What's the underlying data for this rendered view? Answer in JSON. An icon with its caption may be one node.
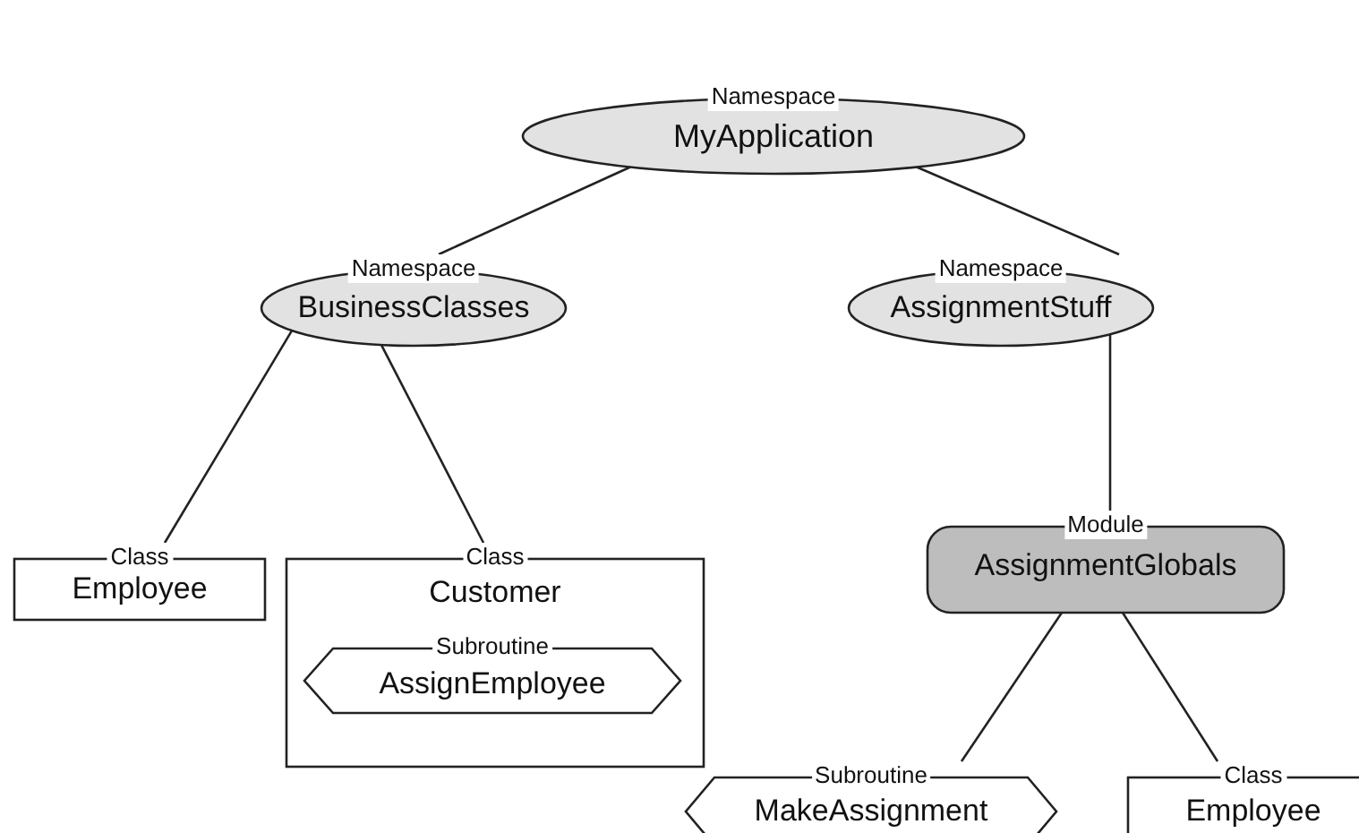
{
  "diagram": {
    "nodes": [
      {
        "text": [
          "Namespace",
          "MyApplication"
        ]
      },
      {
        "text": [
          "Namespace",
          "BusinessClasses"
        ]
      },
      {
        "text": [
          "Namespace",
          "AssignmentStuff"
        ]
      },
      {
        "text": [
          "Class",
          "Employee"
        ]
      },
      {
        "text": [
          "Class",
          "Customer"
        ]
      },
      {
        "text": [
          "Subroutine",
          "AssignEmployee"
        ],
        "in": 4
      },
      {
        "text": [
          "Module",
          "AssignmentGlobals"
        ]
      },
      {
        "text": [
          "Subroutine",
          "MakeAssignment"
        ]
      },
      {
        "text": [
          "Class",
          "Employee"
        ]
      }
    ],
    "edges": [
      {
        "from": 0,
        "to": 1,
        "arrow": "none"
      },
      {
        "from": 0,
        "to": 2,
        "arrow": "none"
      },
      {
        "from": 1,
        "to": 3,
        "arrow": "none"
      },
      {
        "from": 1,
        "to": 4,
        "arrow": "none"
      },
      {
        "from": 2,
        "to": 6,
        "arrow": "none"
      },
      {
        "from": 6,
        "to": 7,
        "arrow": "none"
      },
      {
        "from": 6,
        "to": 8,
        "arrow": "none"
      }
    ]
  }
}
